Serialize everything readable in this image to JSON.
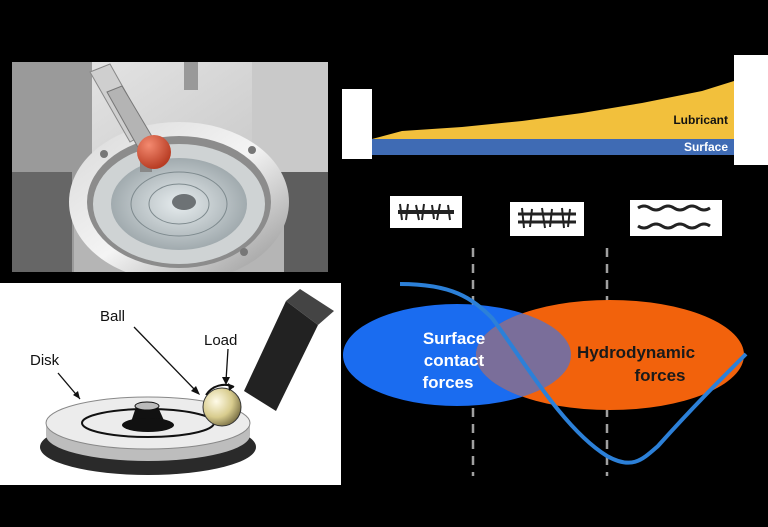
{
  "schematic": {
    "labels": {
      "disk": "Disk",
      "ball": "Ball",
      "load": "Load"
    }
  },
  "film_diagram": {
    "lubricant_label": "Lubricant",
    "surface_label": "Surface",
    "colors": {
      "lubricant": "#f2c03c",
      "surface": "#3f6bb4"
    }
  },
  "stribeck": {
    "regions": {
      "surface_contact_lines": [
        "Surface",
        "contact",
        "forces"
      ],
      "hydrodynamic_lines": [
        "Hydrodynamic",
        "forces"
      ]
    },
    "colors": {
      "surface_contact": "#1a6cf0",
      "hydrodynamic": "#f2620c",
      "curve": "#2c80d8",
      "divider": "#a0a0a0"
    }
  }
}
